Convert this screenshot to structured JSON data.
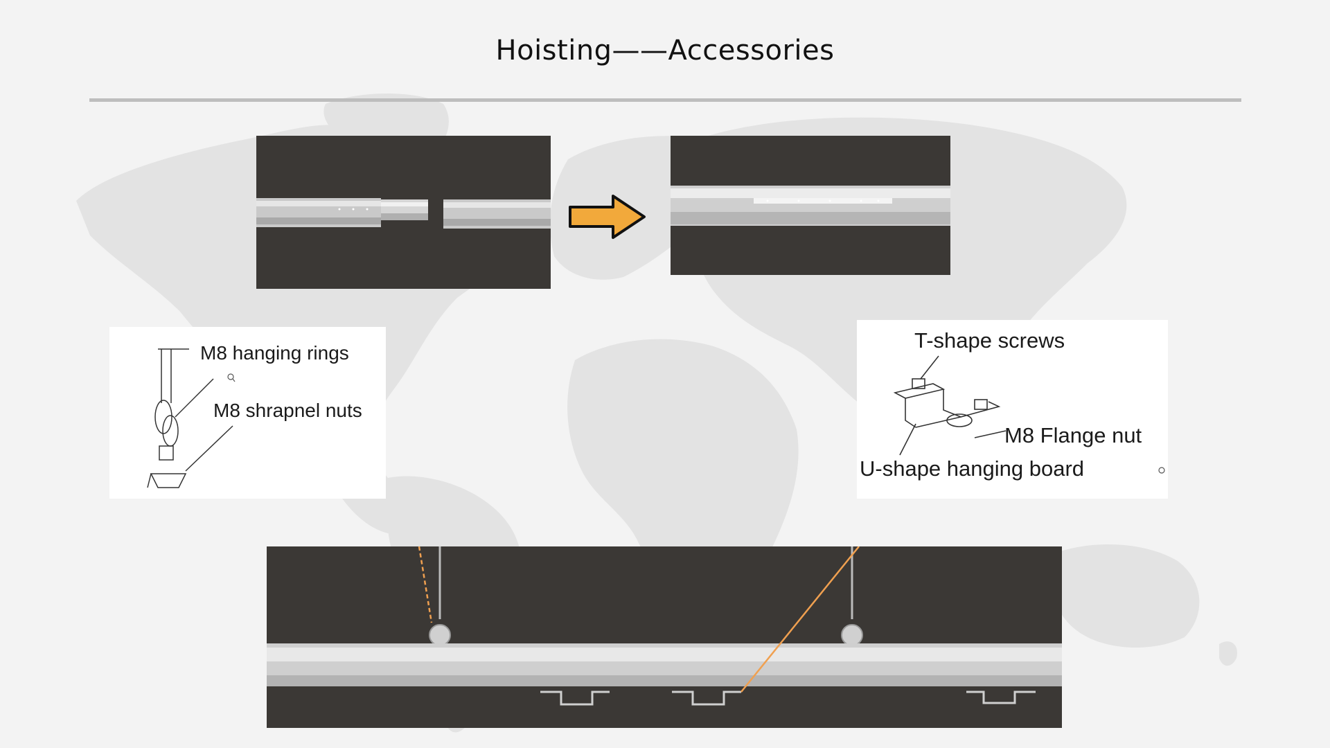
{
  "slide": {
    "title": "Hoisting——Accessories"
  },
  "left_diagram": {
    "labels": [
      "M8 hanging rings",
      "M8 shrapnel nuts"
    ]
  },
  "right_diagram": {
    "labels": [
      "T-shape screws",
      "M8 Flange nut",
      "U-shape hanging board"
    ]
  },
  "colors": {
    "background": "#f3f3f3",
    "world_map": "#e3e3e3",
    "rule": "#bdbdbd",
    "photo_bg": "#3b3835",
    "arrow_fill": "#f2a93b",
    "callout_line": "#f0a050"
  },
  "icons": [
    "right-arrow-icon",
    "magnifier-icon"
  ]
}
